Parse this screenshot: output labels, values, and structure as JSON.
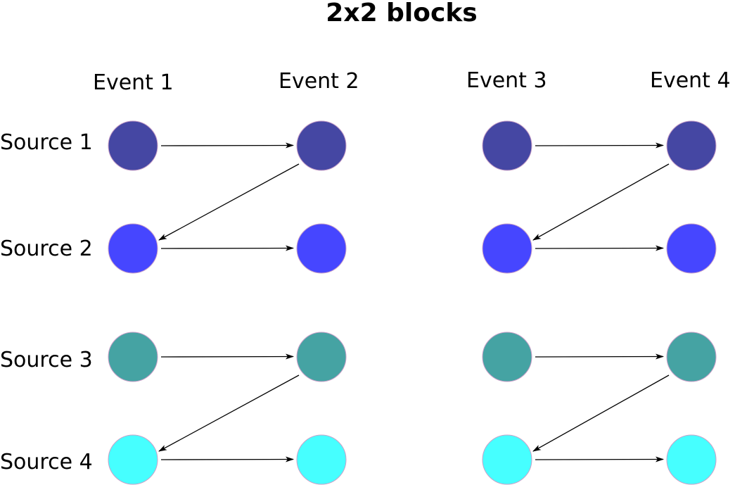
{
  "title": "2x2 blocks",
  "events": [
    "Event 1",
    "Event 2",
    "Event 3",
    "Event 4"
  ],
  "sources": [
    "Source 1",
    "Source 2",
    "Source 3",
    "Source 4"
  ],
  "source_colors": [
    "#4547a3",
    "#4646ff",
    "#45a3a3",
    "#46ffff"
  ],
  "node_stroke_color": "#c8a0c8",
  "arrow_color": "#000000"
}
